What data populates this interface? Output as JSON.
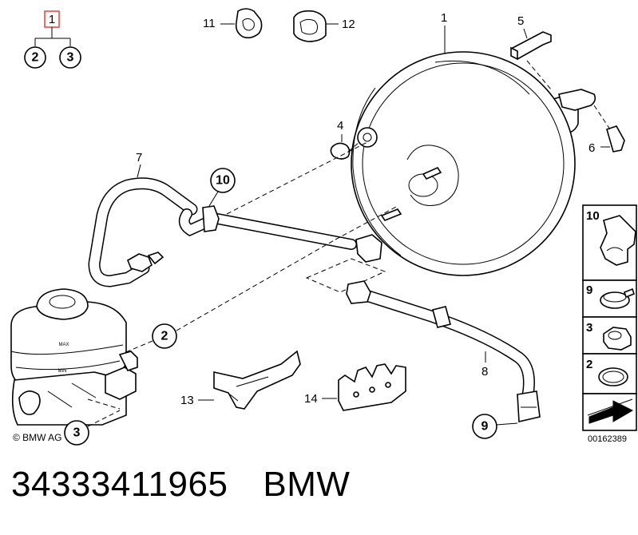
{
  "labels": {
    "l1": "1",
    "l2": "2",
    "l3": "3",
    "l4": "4",
    "l5": "5",
    "l6": "6",
    "l7": "7",
    "l8": "8",
    "l9": "9",
    "l10": "10",
    "l11": "11",
    "l12": "12",
    "l13": "13",
    "l14": "14",
    "tree_top": "1",
    "tree_left": "2",
    "tree_right": "3"
  },
  "side_panel": {
    "s10": "10",
    "s9": "9",
    "s3": "3",
    "s2": "2"
  },
  "reservoir": {
    "max": "MAX",
    "min": "MIN"
  },
  "copyright": "© BMW AG",
  "doc_number": "00162389",
  "footer": {
    "part_number": "34333411965",
    "brand": "BMW"
  }
}
